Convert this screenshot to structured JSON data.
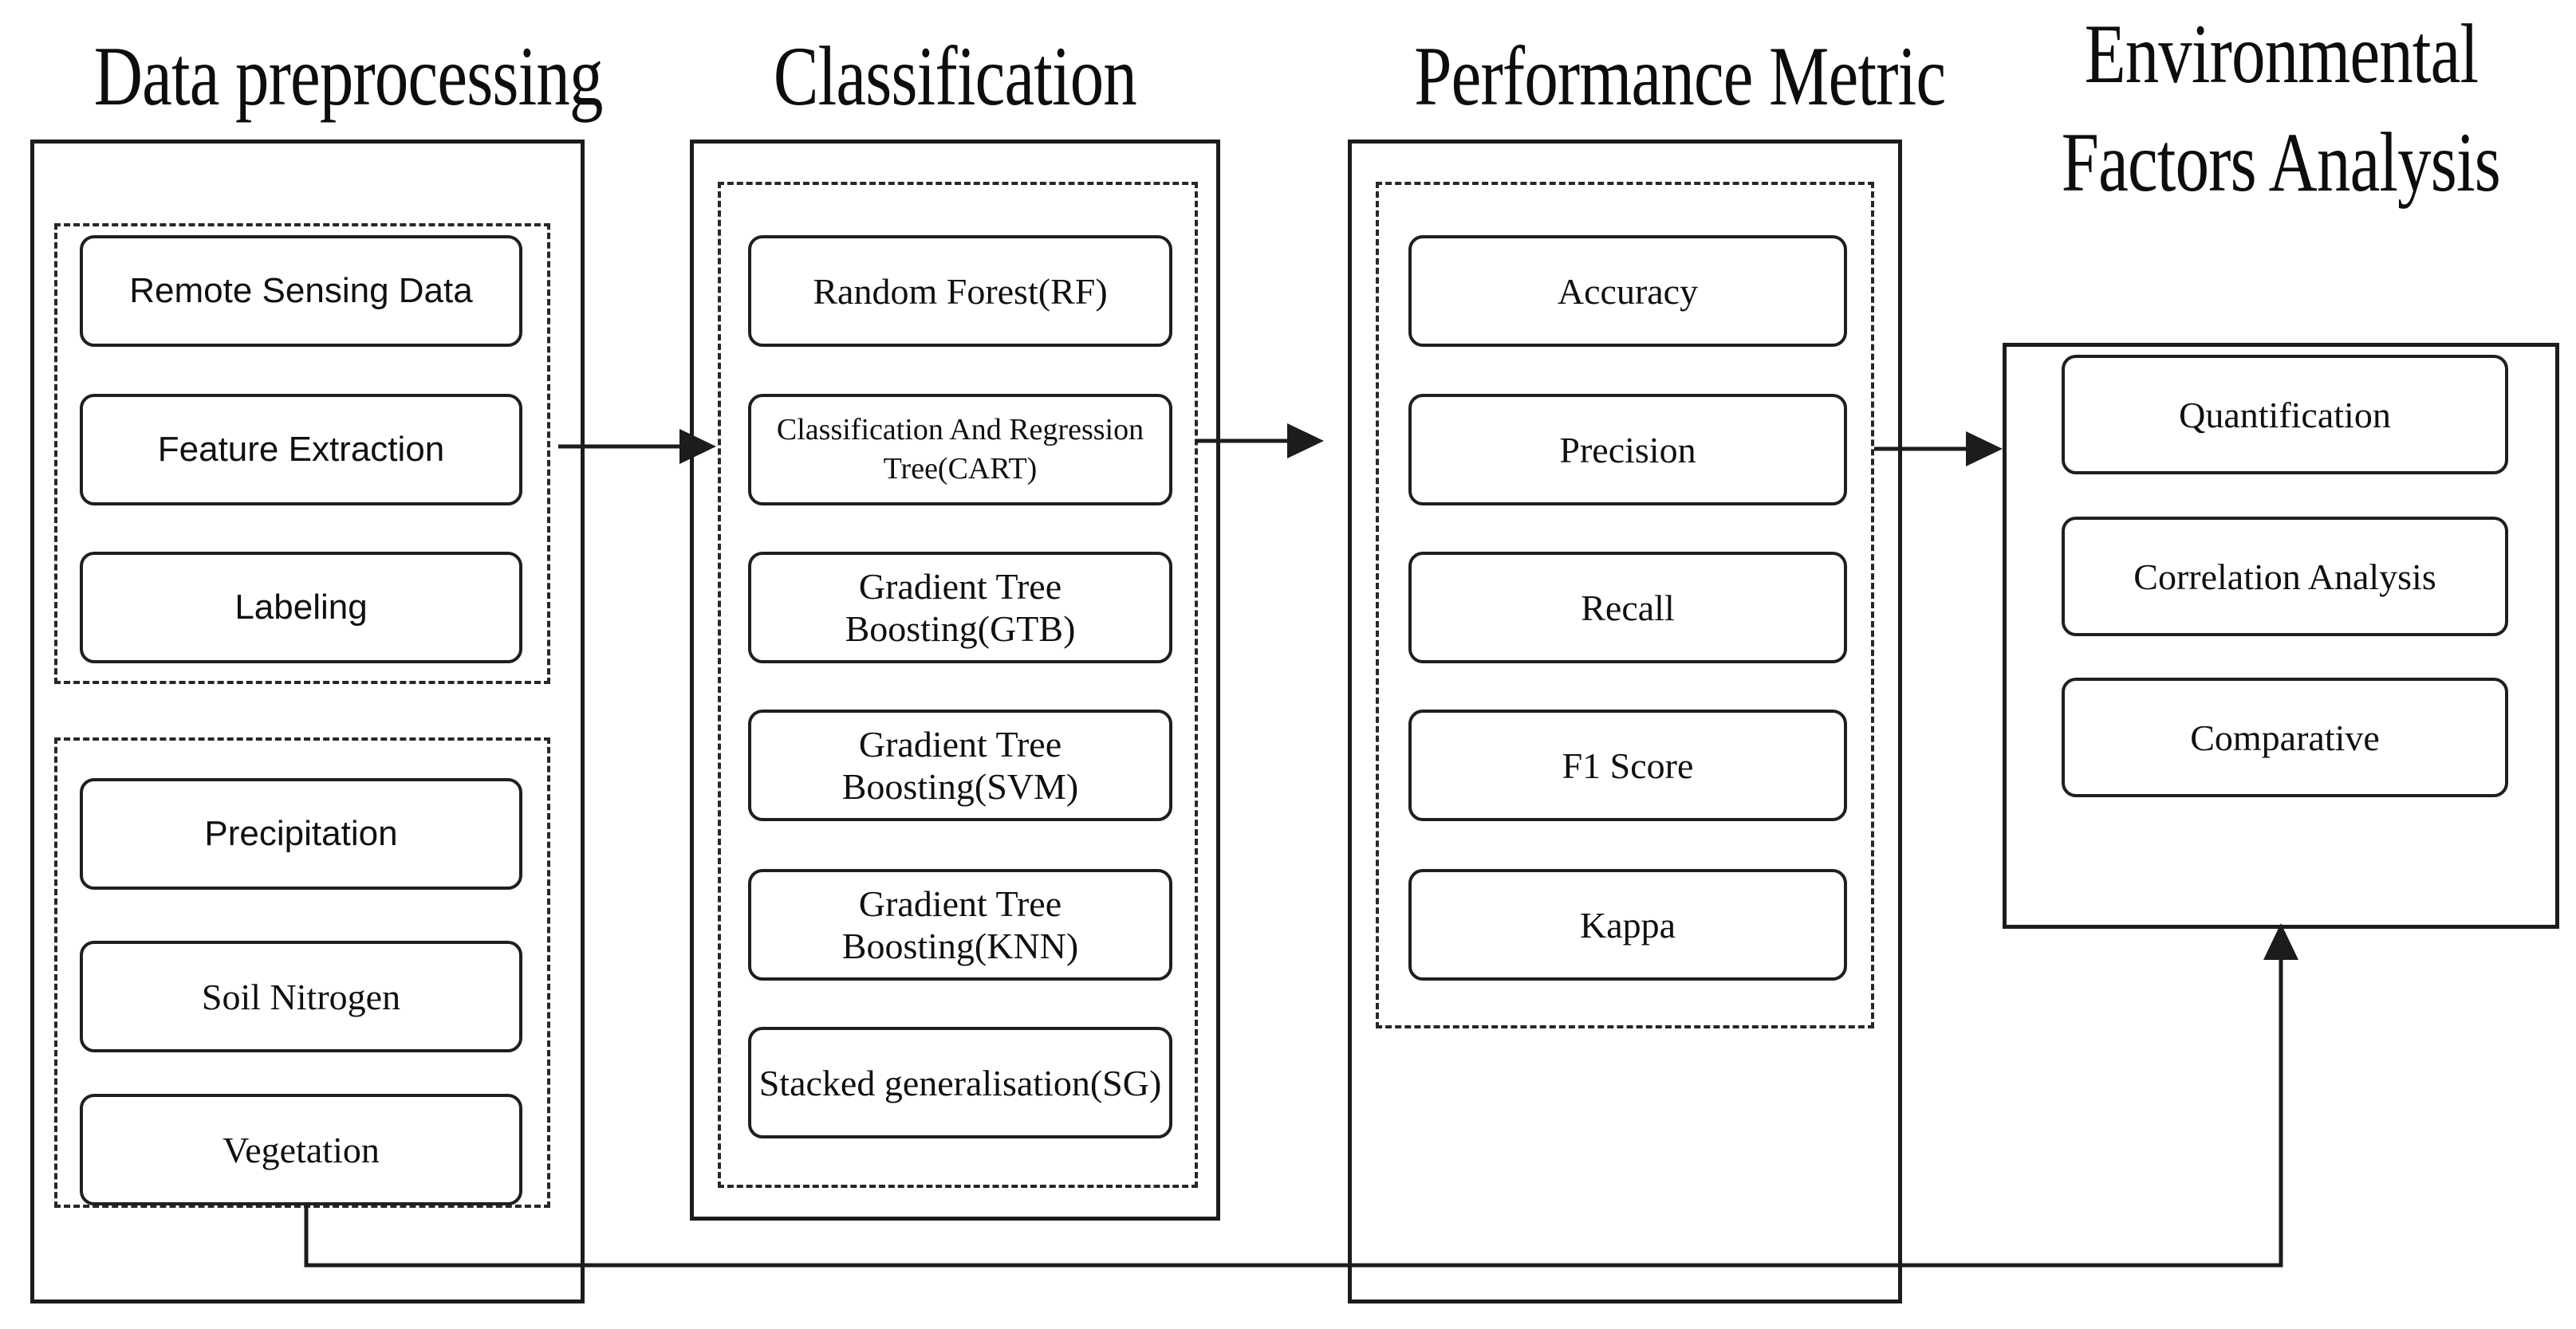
{
  "diagram": {
    "background_color": "#ffffff",
    "line_color": "#1c1c1c",
    "sections": {
      "preprocessing": {
        "title": "Data preprocessing",
        "group1": [
          "Remote Sensing Data",
          "Feature Extraction",
          "Labeling"
        ],
        "group2": [
          "Precipitation",
          "Soil Nitrogen",
          "Vegetation"
        ]
      },
      "classification": {
        "title": "Classification",
        "items": [
          "Random Forest(RF)",
          "Classification And Regression Tree(CART)",
          "Gradient Tree Boosting(GTB)",
          "Gradient Tree Boosting(SVM)",
          "Gradient Tree Boosting(KNN)",
          "Stacked generalisation(SG)"
        ]
      },
      "performance": {
        "title": "Performance Metric",
        "items": [
          "Accuracy",
          "Precision",
          "Recall",
          "F1 Score",
          "Kappa"
        ]
      },
      "environmental": {
        "title_line1": "Environmental",
        "title_line2": "Factors Analysis",
        "items": [
          "Quantification",
          "Correlation Analysis",
          "Comparative"
        ]
      }
    }
  }
}
